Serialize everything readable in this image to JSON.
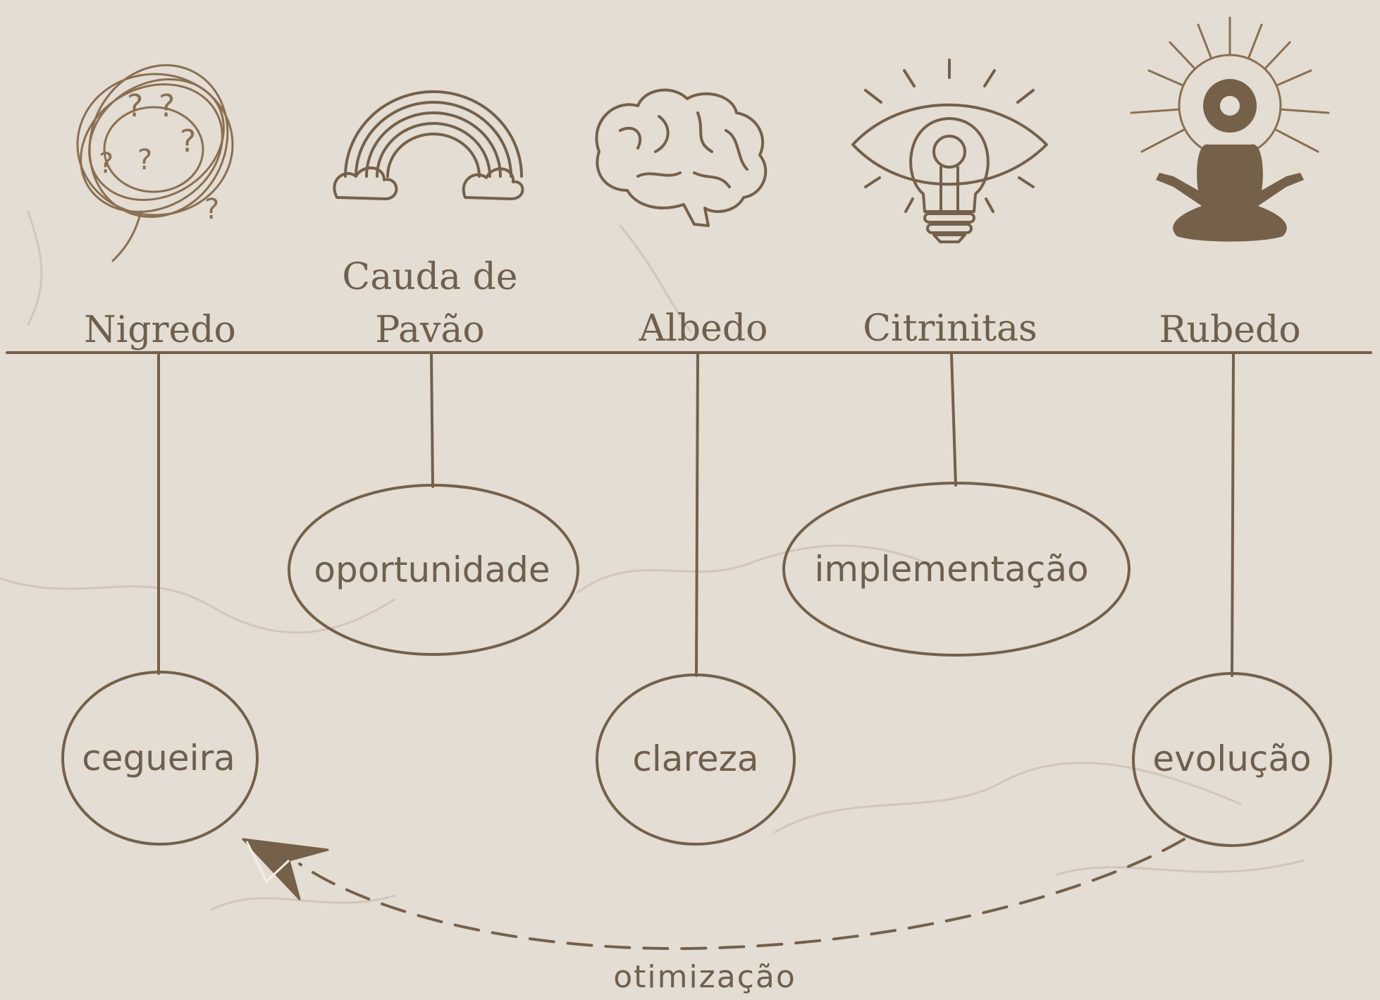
{
  "stages": [
    {
      "id": "nigredo",
      "label_lines": [
        "Nigredo"
      ],
      "icon": "tangled-question-marks-icon",
      "node": "cegueira"
    },
    {
      "id": "cauda",
      "label_lines": [
        "Cauda de",
        "Pavão"
      ],
      "icon": "rainbow-icon",
      "node": "oportunidade"
    },
    {
      "id": "albedo",
      "label_lines": [
        "Albedo"
      ],
      "icon": "brain-icon",
      "node": "clareza"
    },
    {
      "id": "citrinitas",
      "label_lines": [
        "Citrinitas"
      ],
      "icon": "eye-lightbulb-icon",
      "node": "implementação"
    },
    {
      "id": "rubedo",
      "label_lines": [
        "Rubedo"
      ],
      "icon": "meditating-figure-icon",
      "node": "evolução"
    }
  ],
  "loop": {
    "label": "otimização",
    "from": "evolução",
    "to": "cegueira"
  },
  "colors": {
    "background": "#e3ddd3",
    "ink": "#75604a",
    "text": "#6f5f4c"
  }
}
